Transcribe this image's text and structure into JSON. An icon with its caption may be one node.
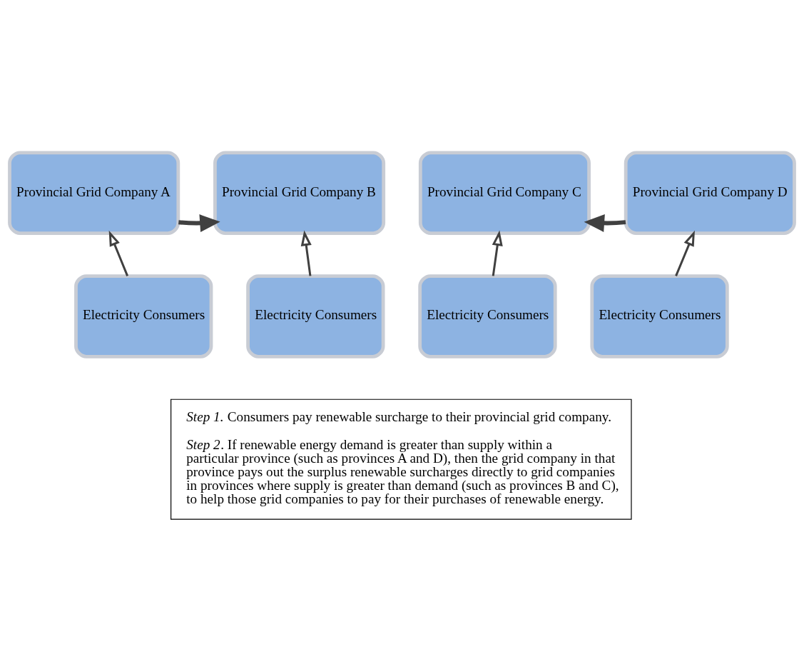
{
  "diagram": {
    "nodes": [
      {
        "text": [
          "Provincial Grid Company A"
        ]
      },
      {
        "text": [
          "Provincial Grid Company B"
        ]
      },
      {
        "text": [
          "Provincial Grid Company C"
        ]
      },
      {
        "text": [
          "Provincial Grid Company D"
        ]
      },
      {
        "text": [
          "Electricity Consumers"
        ]
      },
      {
        "text": [
          "Electricity Consumers"
        ]
      },
      {
        "text": [
          "Electricity Consumers"
        ]
      },
      {
        "text": [
          "Electricity Consumers"
        ]
      },
      {
        "text": [
          "*Step 1.*  Consumers pay renewable surcharge to their provincial grid company.",
          "*Step 2*. If renewable energy demand is greater than supply within a particular province (such as provinces A and D), then the grid company in that province pays out the surplus renewable surcharges directly to grid companies in provinces where supply is greater than demand (such as provinces B and C), to help those grid companies to pay for their purchases of renewable energy."
        ]
      }
    ],
    "edges": [
      {
        "from": 0,
        "to": 1,
        "arrow": "to",
        "style": "thick"
      },
      {
        "from": 3,
        "to": 2,
        "arrow": "to",
        "style": "thick"
      },
      {
        "from": 4,
        "to": 0,
        "arrow": "to"
      },
      {
        "from": 5,
        "to": 1,
        "arrow": "to"
      },
      {
        "from": 6,
        "to": 2,
        "arrow": "to"
      },
      {
        "from": 7,
        "to": 3,
        "arrow": "to"
      }
    ]
  }
}
